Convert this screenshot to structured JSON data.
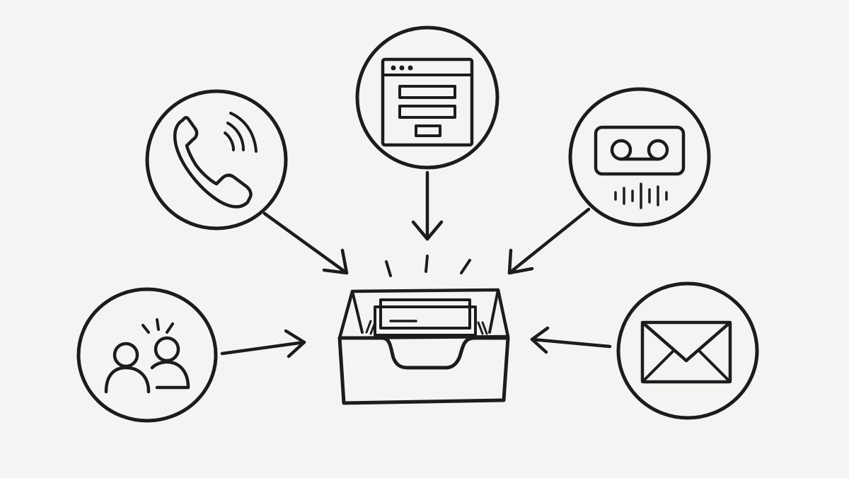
{
  "diagram": {
    "stroke_color": "#1c1c1c",
    "background_color": "#f4f4f2",
    "center": {
      "icon": "inbox-tray-icon"
    },
    "sources": [
      {
        "id": "phone-call",
        "icon": "phone-call-icon"
      },
      {
        "id": "web-form",
        "icon": "web-form-icon"
      },
      {
        "id": "voicemail",
        "icon": "voicemail-icon"
      },
      {
        "id": "in-person",
        "icon": "people-icon"
      },
      {
        "id": "email",
        "icon": "envelope-icon"
      }
    ]
  }
}
